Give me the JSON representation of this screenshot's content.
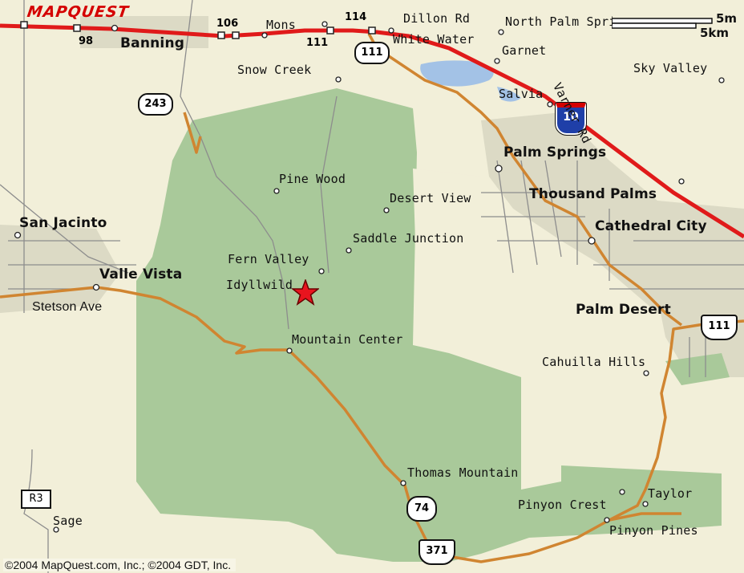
{
  "logo": "MAPQUEST",
  "copyright": "©2004 MapQuest.com, Inc.; ©2004 GDT, Inc.",
  "scale": {
    "miles": "5m",
    "km": "5km"
  },
  "places": [
    {
      "id": "banning",
      "name": "Banning",
      "bold": true
    },
    {
      "id": "mons",
      "name": "Mons"
    },
    {
      "id": "dillon-rd",
      "name": "Dillon Rd"
    },
    {
      "id": "white-water",
      "name": "White Water"
    },
    {
      "id": "north-palm-springs",
      "name": "North Palm Springs"
    },
    {
      "id": "garnet",
      "name": "Garnet"
    },
    {
      "id": "sky-valley",
      "name": "Sky Valley"
    },
    {
      "id": "snow-creek",
      "name": "Snow Creek"
    },
    {
      "id": "salvia",
      "name": "Salvia"
    },
    {
      "id": "varner-rd",
      "name": "Varner Rd"
    },
    {
      "id": "palm-springs",
      "name": "Palm Springs",
      "bold": true
    },
    {
      "id": "thousand-palms",
      "name": "Thousand Palms",
      "bold": true
    },
    {
      "id": "cathedral-city",
      "name": "Cathedral City",
      "bold": true
    },
    {
      "id": "pine-wood",
      "name": "Pine Wood"
    },
    {
      "id": "desert-view",
      "name": "Desert View"
    },
    {
      "id": "saddle-junction",
      "name": "Saddle Junction"
    },
    {
      "id": "fern-valley",
      "name": "Fern Valley"
    },
    {
      "id": "idyllwild",
      "name": "Idyllwild"
    },
    {
      "id": "san-jacinto",
      "name": "San Jacinto",
      "bold": true
    },
    {
      "id": "valle-vista",
      "name": "Valle Vista",
      "bold": true
    },
    {
      "id": "stetson-ave",
      "name": "Stetson Ave"
    },
    {
      "id": "mountain-center",
      "name": "Mountain Center"
    },
    {
      "id": "palm-desert",
      "name": "Palm Desert",
      "bold": true
    },
    {
      "id": "cahuilla-hills",
      "name": "Cahuilla Hills"
    },
    {
      "id": "thomas-mountain",
      "name": "Thomas Mountain"
    },
    {
      "id": "pinyon-crest",
      "name": "Pinyon Crest"
    },
    {
      "id": "taylor",
      "name": "Taylor"
    },
    {
      "id": "pinyon-pines",
      "name": "Pinyon Pines"
    },
    {
      "id": "sage",
      "name": "Sage"
    }
  ],
  "route_shields": [
    {
      "id": "98",
      "label": "98",
      "kind": "plain"
    },
    {
      "id": "106",
      "label": "106",
      "kind": "plain"
    },
    {
      "id": "111-top",
      "label": "111",
      "kind": "plain"
    },
    {
      "id": "114",
      "label": "114",
      "kind": "plain"
    },
    {
      "id": "sr-111",
      "label": "111",
      "kind": "state"
    },
    {
      "id": "sr-243",
      "label": "243",
      "kind": "state"
    },
    {
      "id": "i-10",
      "label": "10",
      "kind": "interstate"
    },
    {
      "id": "us-111",
      "label": "111",
      "kind": "us"
    },
    {
      "id": "sr-74",
      "label": "74",
      "kind": "state"
    },
    {
      "id": "us-371",
      "label": "371",
      "kind": "us"
    },
    {
      "id": "r3",
      "label": "R3",
      "kind": "county"
    }
  ],
  "marker": {
    "name": "destination-star",
    "location": "Idyllwild"
  },
  "colors": {
    "land": "#f2efd9",
    "forest": "#a9c99a",
    "city": "#dcdac5",
    "water": "#a3c2e6",
    "highway": "#e01a1a",
    "road": "#d08531",
    "minor": "#8d8d8d"
  }
}
